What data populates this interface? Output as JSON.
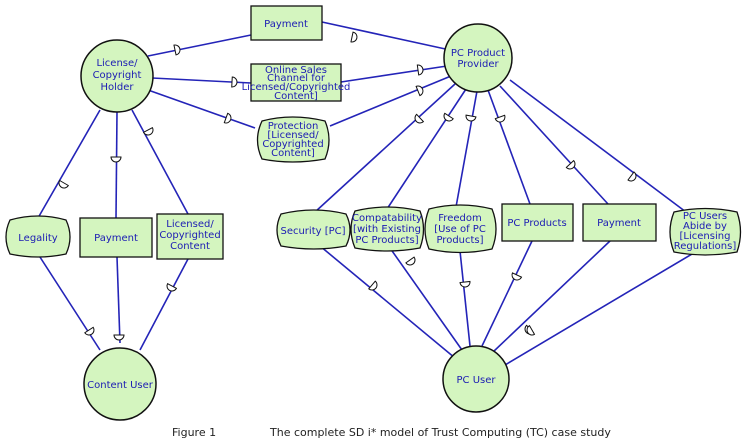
{
  "colors": {
    "node_fill": "#d4f5bf",
    "link": "#2424b8",
    "label": "#1b1bb3"
  },
  "actors": {
    "license_holder": [
      "License/",
      "Copyright",
      "Holder"
    ],
    "pc_provider": [
      "PC Product",
      "Provider"
    ],
    "content_user": [
      "Content User"
    ],
    "pc_user": [
      "PC User"
    ]
  },
  "nodes": {
    "payment_top": [
      "Payment"
    ],
    "online_sales": [
      "Online Sales",
      "Channel for",
      "Licensed/Copyrighted",
      "Content]"
    ],
    "protection": [
      "Protection",
      "[Licensed/",
      "Copyrighted",
      "Content]"
    ],
    "legality": [
      "Legality"
    ],
    "payment_left": [
      "Payment"
    ],
    "licensed_content": [
      "Licensed/",
      "Copyrighted",
      "Content"
    ],
    "security": [
      "Security [PC]"
    ],
    "compatability": [
      "Compatability",
      "[with Existing",
      "PC Products]"
    ],
    "freedom": [
      "Freedom",
      "[Use of PC",
      "Products]"
    ],
    "pc_products": [
      "PC Products"
    ],
    "payment_right": [
      "Payment"
    ],
    "abide": [
      "PC Users",
      "Abide by",
      "[Licensing",
      "Regulations]"
    ]
  },
  "caption": {
    "figure": "Figure 1",
    "text": "The complete SD i* model of Trust Computing (TC) case study"
  }
}
